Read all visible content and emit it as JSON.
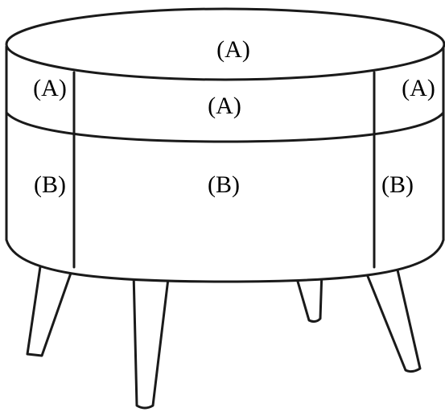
{
  "labels": {
    "top": "(A)",
    "band_left": "(A)",
    "band_center": "(A)",
    "band_right": "(A)",
    "body_left": "(B)",
    "body_center": "(B)",
    "body_right": "(B)"
  }
}
